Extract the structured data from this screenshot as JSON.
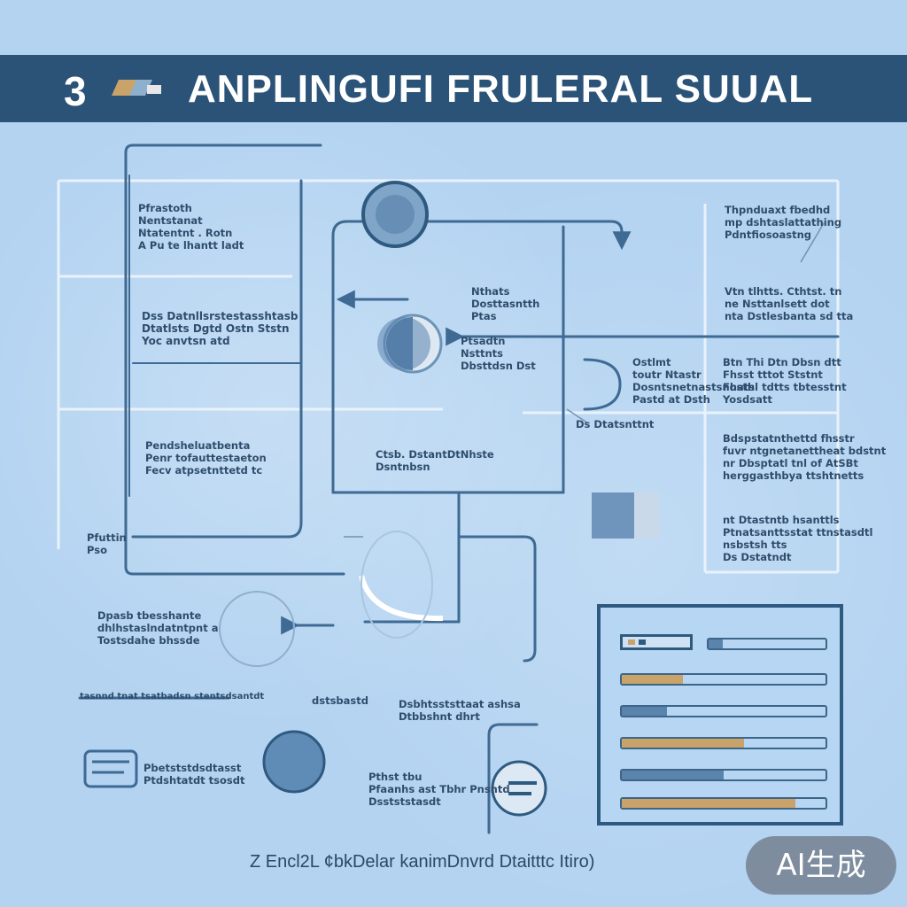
{
  "header": {
    "number": "3",
    "title": "ANPLINGUFI FRULERAL SUUAL"
  },
  "colors": {
    "background": "#b3d3f1",
    "title_bar": "#2b5378",
    "line": "#3e6a93",
    "accent_tan": "#c9a36a"
  },
  "notes": {
    "tl_block": [
      "Pfrastoth",
      "Nentstanat",
      "Ntatentnt . Rotn",
      "A Pu te lhantt ladt"
    ],
    "ml_block": [
      "Dss Datnllsrstestasshtasb",
      "Dtatlsts Dgtd Ostn Ststn",
      "Yoc anvtsn atd"
    ],
    "l2_block": [
      "Pendsheluatbenta",
      "Penr tofauttestaeton",
      "Fecv atpsetnttetd tc"
    ],
    "left_edge": [
      "Pfuttin",
      "Pso"
    ],
    "center_top": [
      "Nthats",
      "Dosttasntth",
      "Ptas"
    ],
    "center_mid": [
      "Ptsadtn",
      "Nsttnts",
      "Dbsttdsn Dst"
    ],
    "center_low": [
      "Ctsb. DstantDtNhste",
      "Dsntnbsn"
    ],
    "right_top": [
      "Thpnduaxt fbedhd",
      "mp dshtaslattathing",
      "Pdntfiosoastng"
    ],
    "right_2": [
      "Vtn tlhtts. Cthtst. tn",
      "ne Nsttanlsett dot",
      "nta Dstlesbanta sd tta"
    ],
    "right_mid": [
      "Ostlmt",
      "toutr Ntastr",
      "Dosntsnetnastsnosth",
      "Pastd at Dsth"
    ],
    "right_3": [
      "Btn Thi Dtn Dbsn dtt",
      "Fhsst tttot Ststnt",
      "Fhatsl tdtts tbtesstnt",
      "Yosdsatt"
    ],
    "mid_label": "Ds Dtatsnttnt",
    "right_4": [
      "Bdspstatnthettd fhsstr",
      "fuvr ntgnetanettheat bdstnt",
      "nr Dbsptatl tnl of AtSBt",
      "herggasthbya ttshtnetts"
    ],
    "right_5": [
      "nt Dtastntb hsanttls",
      "Ptnatsanttsstat ttnstasdtl",
      "nsbstsh tts",
      "Ds Dstatndt"
    ],
    "bl_1": [
      "Dpasb tbesshante",
      "dhlhstaslndatntpnt a",
      "Tostsdahe bhssde"
    ],
    "bl_2": "tasnnd tnat tsatbadsn stentsdsantdt",
    "bc_1": "dstsbastd",
    "bc_2": [
      "Dsbhtsststtaat ashsa",
      "Dtbbshnt dhrt"
    ],
    "b_left": [
      "Pbetststdsdtasst",
      "Ptdshtatdt tsosdt"
    ],
    "b_center": [
      "Pthst tbu",
      "Pfaanhs ast Tbhr Pnsntd",
      "Dsstststasdt"
    ],
    "bottom_caption": "Z Encl2L ¢bkDelar kanimDnvrd Dtaitttc Itiro)"
  },
  "panel": {
    "progress": [
      {
        "name": "row-1",
        "fill": 0.12
      },
      {
        "name": "row-2",
        "fill": 0.3
      },
      {
        "name": "row-3",
        "fill": 0.22
      },
      {
        "name": "row-4",
        "fill": 0.6
      },
      {
        "name": "row-5",
        "fill": 0.5
      },
      {
        "name": "row-6",
        "fill": 0.85
      }
    ]
  },
  "badge": "AI生成"
}
